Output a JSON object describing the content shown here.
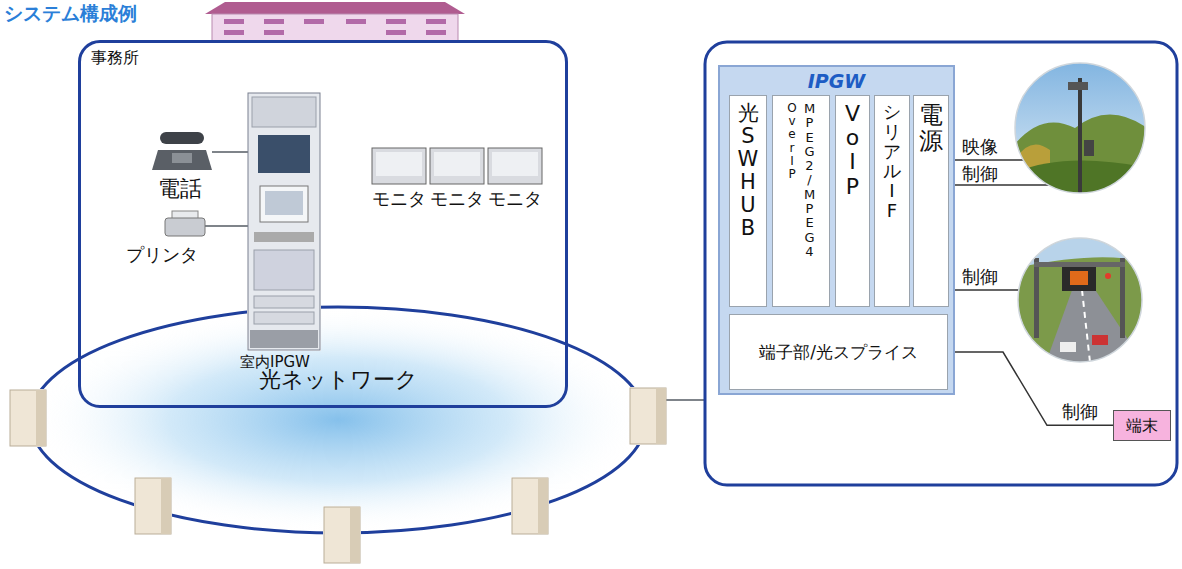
{
  "diagram": {
    "title": "システム構成例",
    "nodes": [
      {
        "text": [
          "事務所"
        ]
      },
      {
        "text": [
          "光ネットワーク"
        ]
      },
      {
        "text": [
          "IPGW"
        ]
      },
      {
        "text": [
          "光SWHUB"
        ],
        "in": 2
      },
      {
        "text": [
          "Over IP",
          "MPEG2/MPEG4"
        ],
        "in": 2
      },
      {
        "text": [
          "VoIP"
        ],
        "in": 2
      },
      {
        "text": [
          "シリアルIF"
        ],
        "in": 2
      },
      {
        "text": [
          "電源"
        ],
        "in": 2
      },
      {
        "text": [
          "端子部/光スプライス"
        ],
        "in": 2
      },
      {
        "text": [
          "端末"
        ]
      }
    ],
    "edges": [
      {
        "from": 8,
        "to": 9,
        "arrow": "none",
        "label": "制御"
      }
    ],
    "labels": [
      "電話",
      "プリンタ",
      "モニタ",
      "モニタ",
      "モニタ",
      "室内IPGW",
      "映像",
      "制御",
      "制御"
    ]
  }
}
